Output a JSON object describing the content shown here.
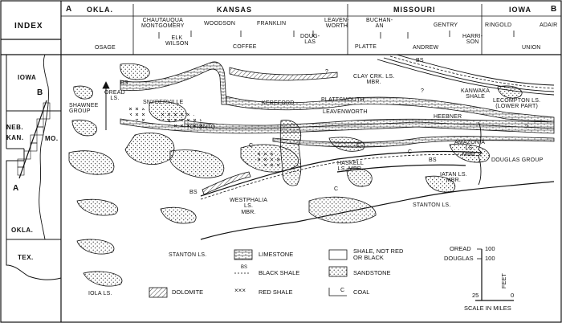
{
  "index": {
    "title": "INDEX",
    "map_labels": {
      "iowa": "IOWA",
      "b": "B",
      "neb": "NEB.",
      "kan": "KAN.",
      "mo": "MO.",
      "a": "A",
      "okla": "OKLA.",
      "tex": "TEX."
    }
  },
  "header": {
    "end_a": "A",
    "end_b": "B",
    "states": [
      "OKLA.",
      "KANSAS",
      "MISSOURI",
      "IOWA"
    ],
    "counties_top": [
      "CHAUTAUQUA\nMONTGOMERY",
      "WOODSON",
      "FRANKLIN",
      "LEAVEN-\nWORTH",
      "BUCHAN-\nAN",
      "GENTRY",
      "RINGOLD",
      "ADAIR"
    ],
    "counties_mid": [
      "ELK\nWILSON",
      "DOUG-\nLAS",
      "HARRI-\nSON"
    ],
    "counties_bottom": [
      "OSAGE",
      "COFFEE",
      "PLATTE",
      "ANDREW",
      "UNION"
    ]
  },
  "section_labels": {
    "shawnee_group": "SHAWNEE\nGROUP",
    "oread": "OREAD\nLS.",
    "bs_1": "BS",
    "snyderville": "SNYDERVILLE",
    "kereford": "KEREFORD",
    "plattsmouth": "PLATTSMOUTH",
    "leavenworth": "LEAVENWORTH",
    "heebner": "HEEBNER",
    "toronto": "TORONTO",
    "clay_creek": "CLAY CRK. LS.\nMBR.",
    "bs_2": "BS",
    "kanwaka": "KANWAKA\nSHALE",
    "lecompton": "LECOMPTON LS.\n(LOWER PART)",
    "amazonia": "AMAZONIA\nLS.\nMBR.",
    "douglas_group": "DOUGLAS GROUP",
    "haskell": "HASKELL\nLS. MBR.",
    "bs_3": "BS",
    "iatan": "IATAN LS.\nMBR.",
    "westphalia": "WESTPHALIA\nLS.\nMBR.",
    "bs_4": "BS",
    "stanton_right": "STANTON LS.",
    "stanton_left": "STANTON LS.",
    "iola": "IOLA LS.",
    "c_1": "C",
    "c_2": "C",
    "c_3": "C",
    "c_4": "C",
    "q_1": "?",
    "q_2": "?",
    "q_3": "?"
  },
  "legend": {
    "limestone": "LIMESTONE",
    "black_shale": "BLACK SHALE",
    "red_shale": "RED SHALE",
    "dolomite": "DOLOMITE",
    "shale_not_red": "SHALE, NOT RED\nOR BLACK",
    "sandstone": "SANDSTONE",
    "coal": "COAL",
    "bs_swatch": "BS",
    "c_swatch": "C",
    "xxx_swatch": "×××"
  },
  "scale": {
    "oread": "OREAD",
    "douglas": "DOUGLAS",
    "v100_1": "100",
    "v100_2": "100",
    "feet": "FEET",
    "v25": "25",
    "v0": "0",
    "scale_in_miles": "SCALE IN MILES"
  }
}
